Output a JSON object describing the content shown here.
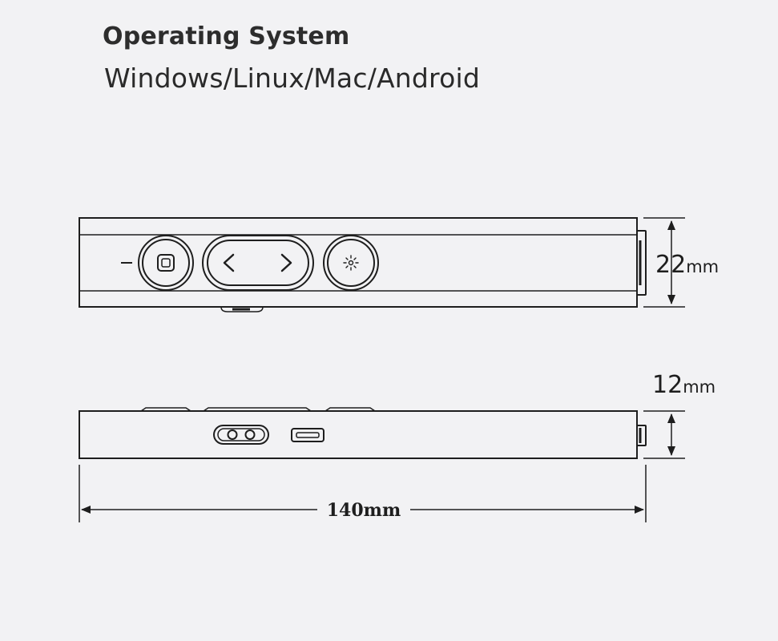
{
  "header": {
    "title": "Operating System",
    "os_list": "Windows/Linux/Mac/Android"
  },
  "dimensions": {
    "height_value": "22",
    "height_unit": "mm",
    "thickness_value": "12",
    "thickness_unit": "mm",
    "length": "140mm"
  },
  "icons": {
    "front": [
      "laser-button-icon",
      "previous-arrow-icon",
      "next-arrow-icon",
      "highlight-star-icon"
    ],
    "side": [
      "power-switch-icon",
      "usb-c-port-icon"
    ]
  },
  "colors": {
    "background": "#f2f2f4",
    "line": "#1e1e1e"
  }
}
